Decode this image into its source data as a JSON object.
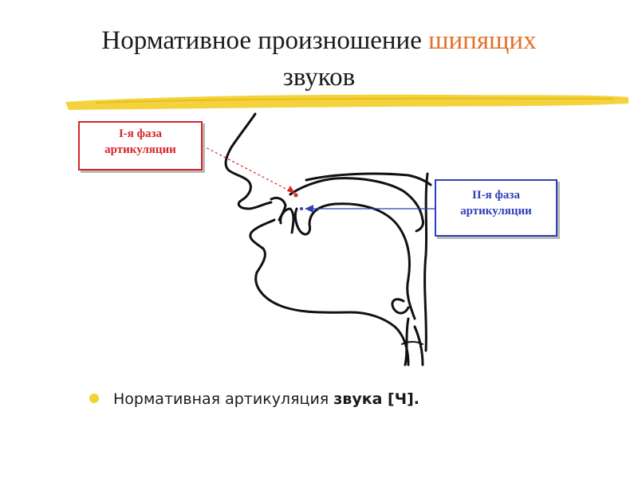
{
  "title": {
    "line1_plain": "Нормативное произношение ",
    "line1_accent": "шипящих",
    "line2": "звуков",
    "accent_color": "#e4712a",
    "underline_color": "#f4d23c"
  },
  "diagram": {
    "labels": {
      "phase1_line1": "I-я фаза",
      "phase1_line2": "артикуляции",
      "phase2_line1": "II-я фаза",
      "phase2_line2": "артикуляции"
    },
    "colors": {
      "phase1": "#d6262b",
      "phase2": "#2e3fb8",
      "outline": "#111111"
    }
  },
  "bullet": {
    "text_plain": "Нормативная артикуляция ",
    "text_bold": "звука [Ч].",
    "bullet_color": "#f2d22e"
  }
}
